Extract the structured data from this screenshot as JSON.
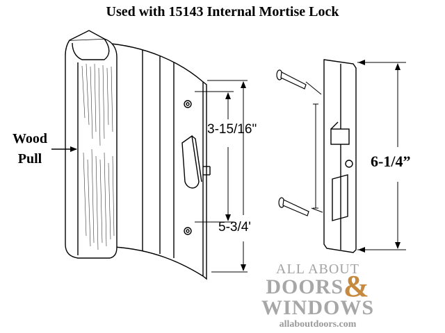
{
  "title": "Used with 15143 Internal Mortise Lock",
  "labels": {
    "wood_pull_line1": "Wood",
    "wood_pull_line2": "Pull",
    "dim_hole_spacing": "3-15/16\"",
    "dim_handle_height": "5-3/4'",
    "dim_latch_height": "6-1/4”"
  },
  "watermark": {
    "line1": "ALL ABOUT",
    "line2_a": "DOORS",
    "ampersand": "&",
    "line3": "WINDOWS",
    "url": "allaboutdoors.com"
  },
  "colors": {
    "ink": "#000000",
    "watermark_gray": "#a7a7a7",
    "watermark_accent": "#c58a3e"
  }
}
